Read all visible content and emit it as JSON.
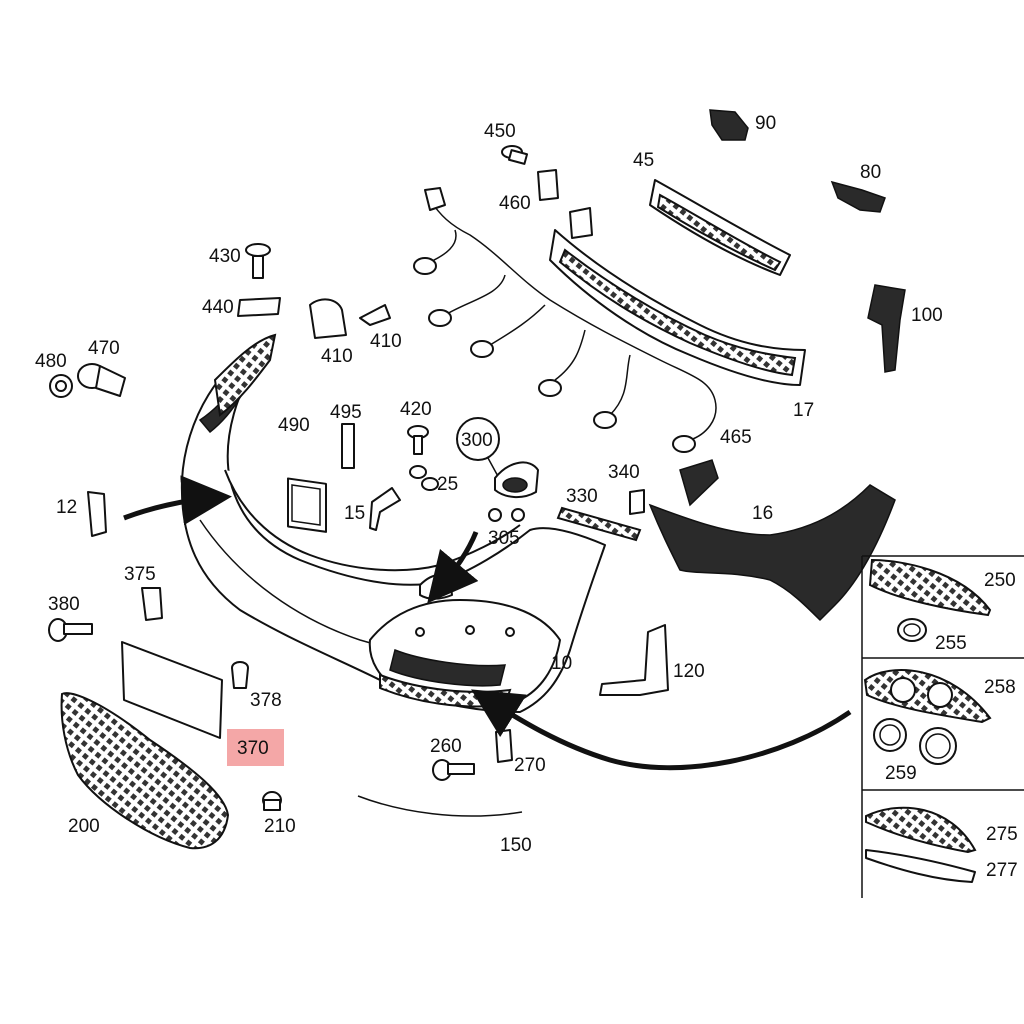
{
  "highlight_color": "#f08a8a",
  "labels": {
    "p10": "10",
    "p12": "12",
    "p15": "15",
    "p16": "16",
    "p17": "17",
    "p25": "25",
    "p45": "45",
    "p80": "80",
    "p90": "90",
    "p100": "100",
    "p120": "120",
    "p150": "150",
    "p200": "200",
    "p210": "210",
    "p250": "250",
    "p255": "255",
    "p258": "258",
    "p259": "259",
    "p260": "260",
    "p270": "270",
    "p275": "275",
    "p277": "277",
    "p300": "300",
    "p305": "305",
    "p330": "330",
    "p340": "340",
    "p370": "370",
    "p375": "375",
    "p378": "378",
    "p380": "380",
    "p410a": "410",
    "p410b": "410",
    "p420": "420",
    "p430": "430",
    "p440": "440",
    "p450": "450",
    "p460": "460",
    "p465": "465",
    "p470": "470",
    "p480": "480",
    "p490": "490",
    "p495": "495"
  }
}
